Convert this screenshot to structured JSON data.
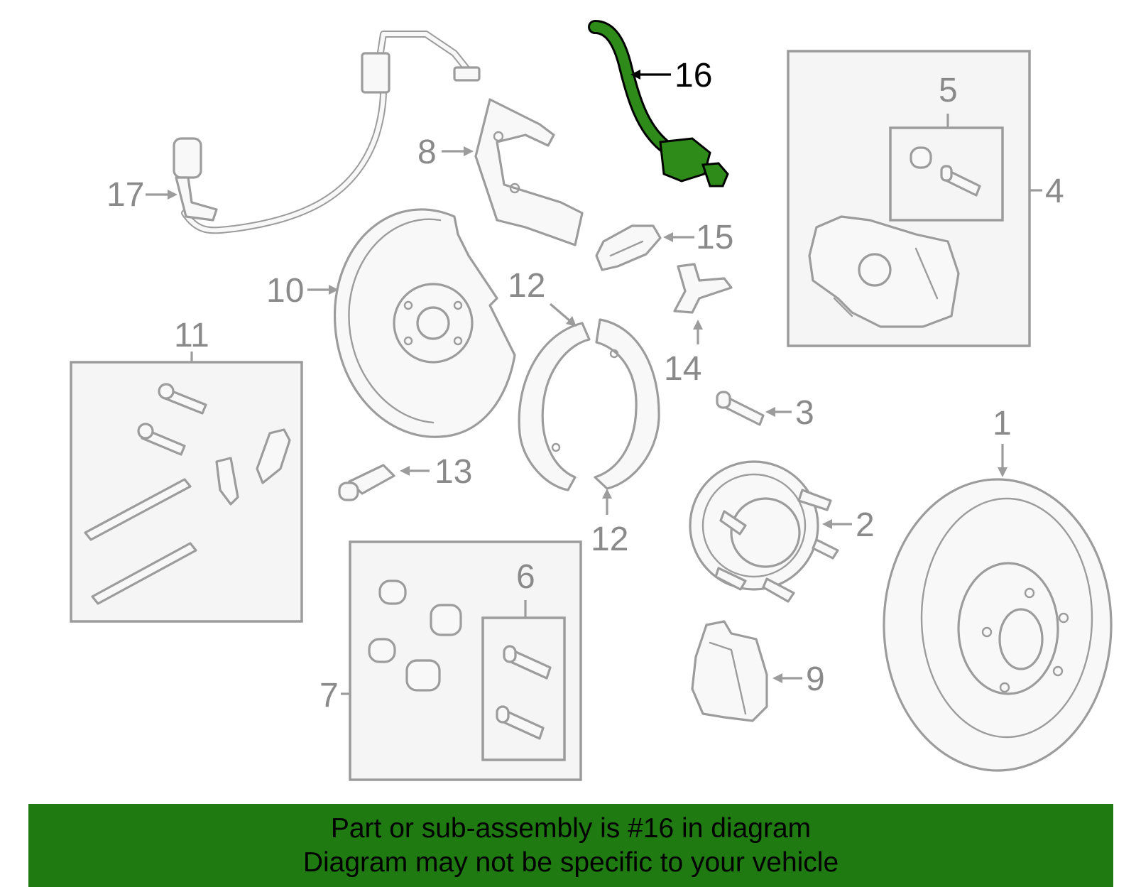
{
  "labels": {
    "p1": "1",
    "p2": "2",
    "p3": "3",
    "p4": "4",
    "p5": "5",
    "p6": "6",
    "p7": "7",
    "p8": "8",
    "p9": "9",
    "p10": "10",
    "p11": "11",
    "p12a": "12",
    "p12b": "12",
    "p13": "13",
    "p14": "14",
    "p15": "15",
    "p16": "16",
    "p17": "17"
  },
  "highlight": {
    "part": "16",
    "color": "#2e8b1a"
  },
  "banner": {
    "line1": "Part or sub-assembly is #16 in diagram",
    "line2": "Diagram may not be specific to your vehicle",
    "background": "#1f7a12"
  }
}
